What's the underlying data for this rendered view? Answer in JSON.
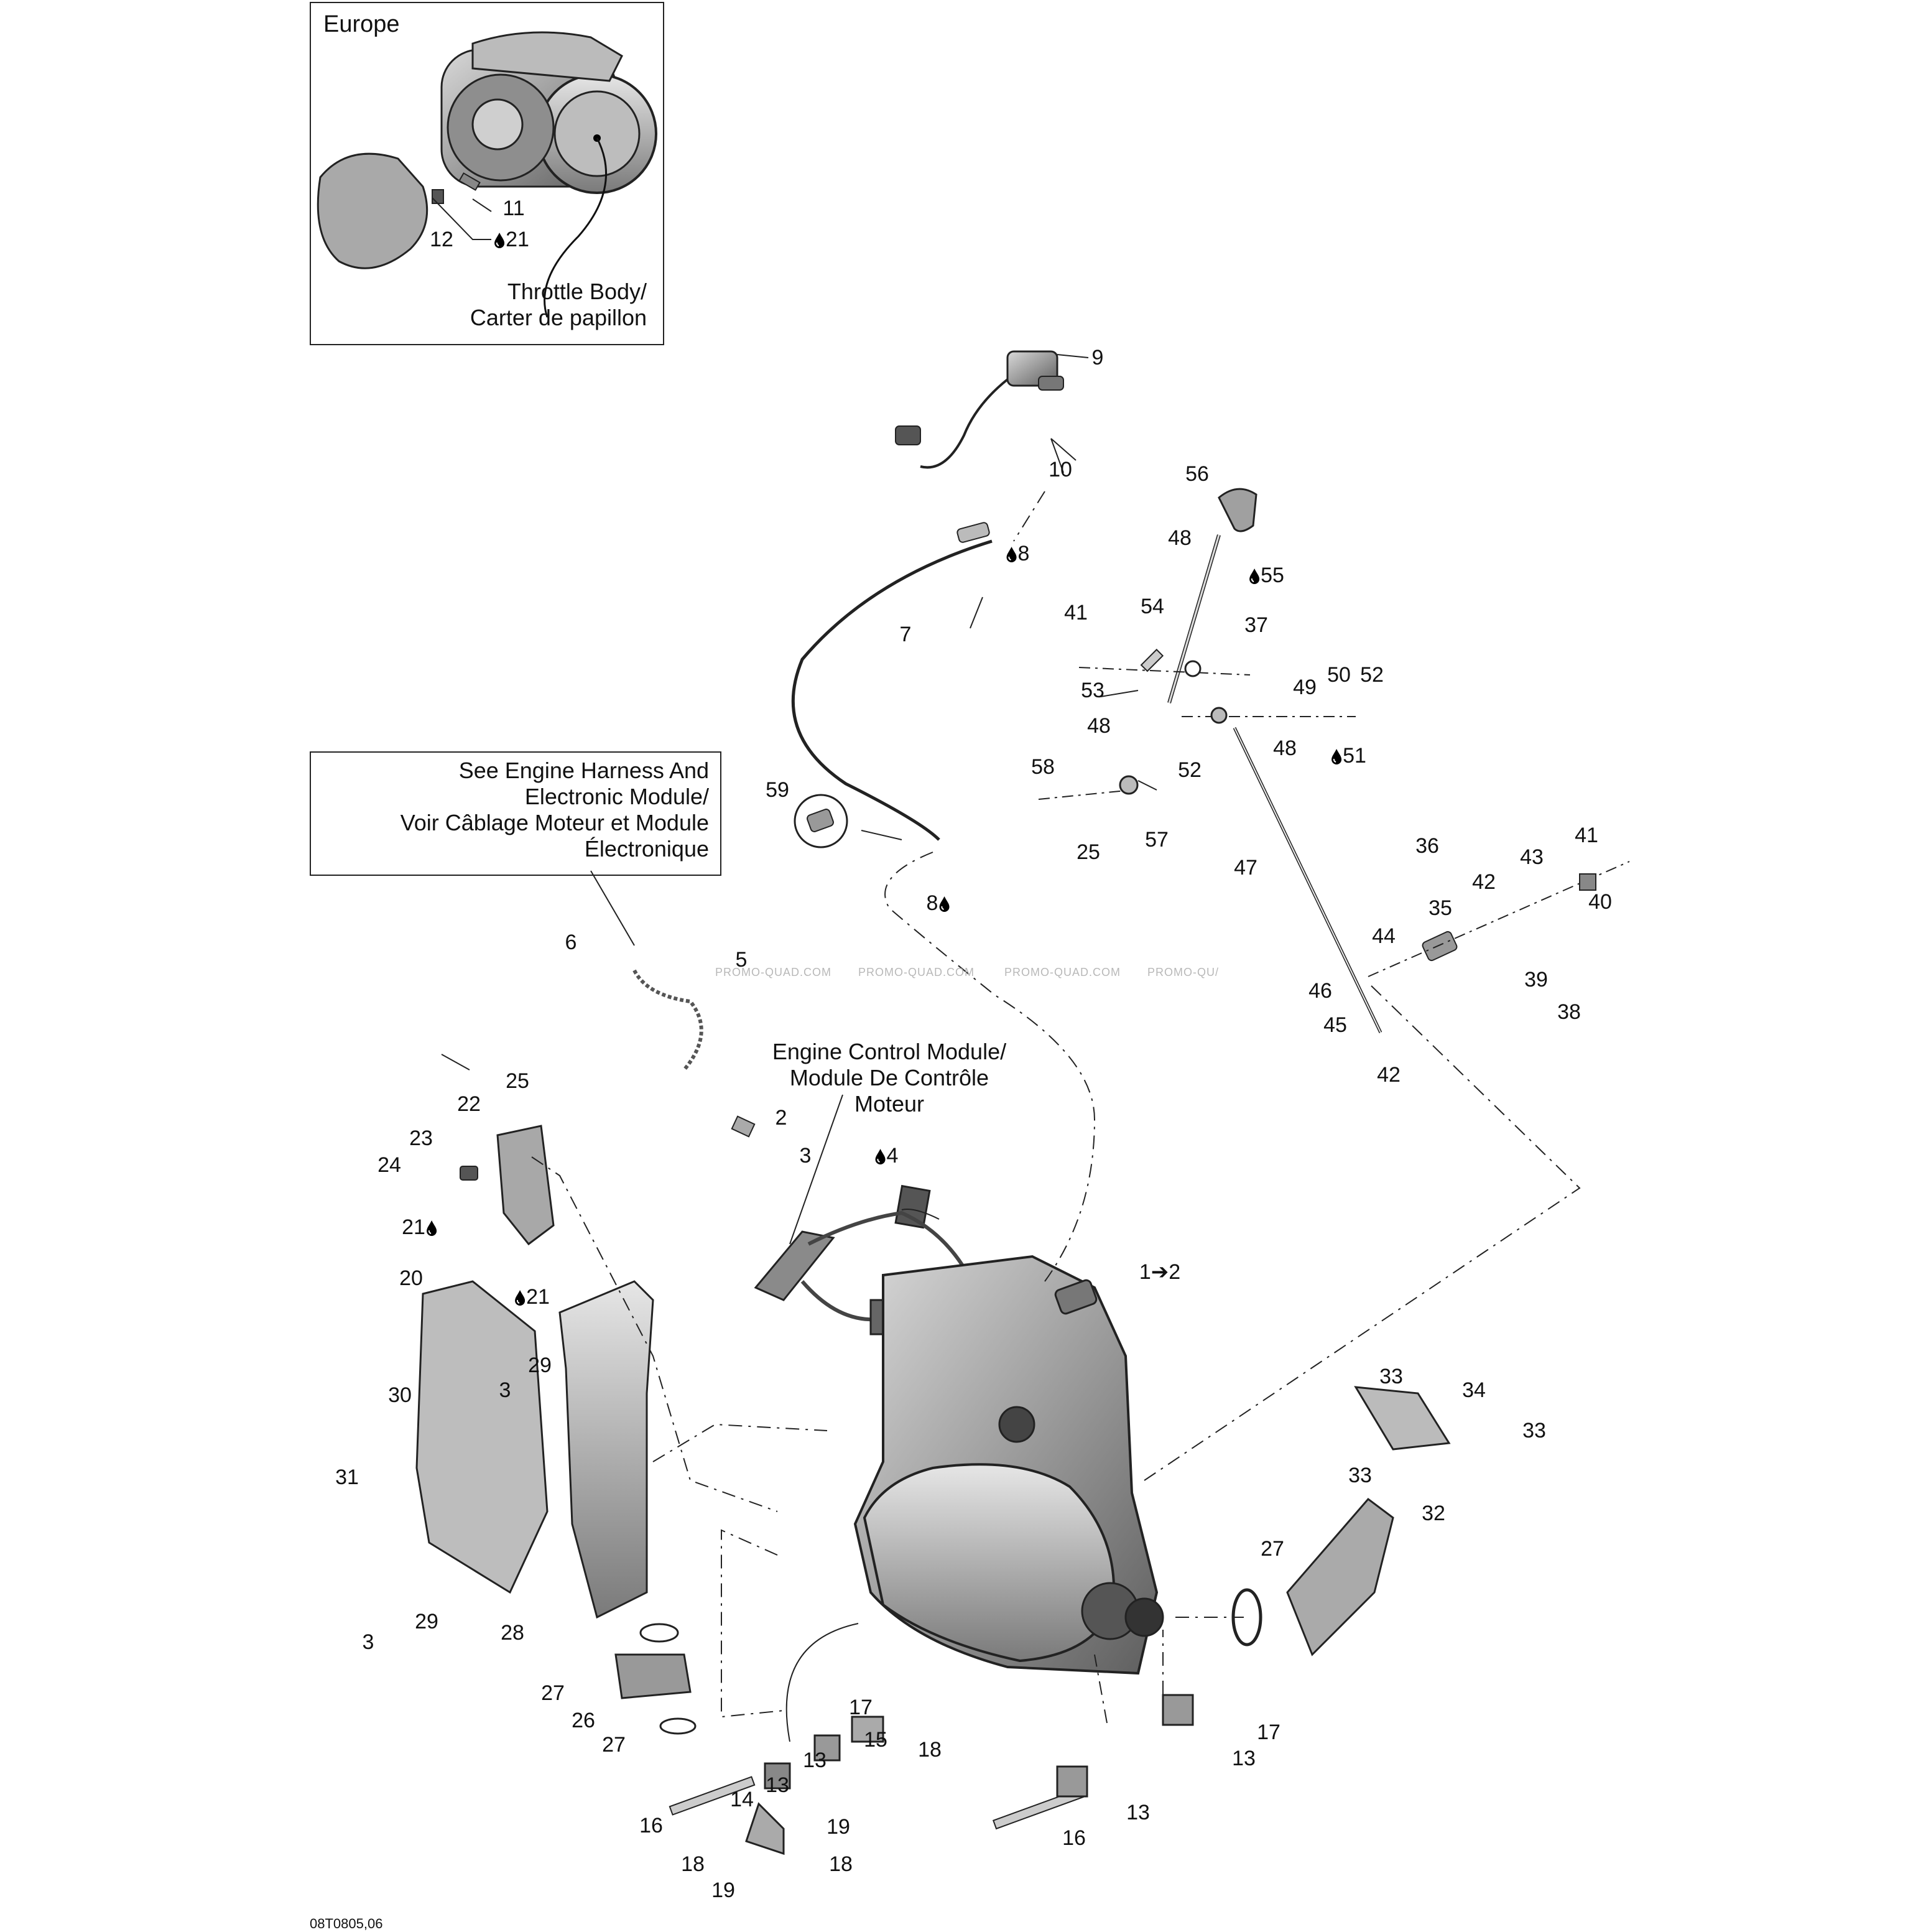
{
  "europe_box": {
    "region_label": "Europe",
    "throttle_label_1": "Throttle Body/",
    "throttle_label_2": "Carter de papillon"
  },
  "harness_box": {
    "lines": [
      "See Engine Harness And",
      "Electronic Module/",
      "Voir Câblage Moteur et Module",
      "Électronique"
    ]
  },
  "ecm_label": {
    "lines": [
      "Engine Control Module/",
      "Module De Contrôle",
      "Moteur"
    ]
  },
  "watermarks": [
    "PROMO-QUAD.COM",
    "PROMO-QUAD.COM",
    "PROMO-QUAD.COM",
    "PROMO-QU/"
  ],
  "callouts": [
    {
      "id": "c11",
      "text": "11"
    },
    {
      "id": "c12",
      "text": "12"
    },
    {
      "id": "c21a",
      "text": "21",
      "drop": "before"
    },
    {
      "id": "c9",
      "text": "9"
    },
    {
      "id": "c10",
      "text": "10"
    },
    {
      "id": "c8a",
      "text": "8",
      "drop": "before"
    },
    {
      "id": "c7",
      "text": "7"
    },
    {
      "id": "c56",
      "text": "56"
    },
    {
      "id": "c48a",
      "text": "48"
    },
    {
      "id": "c55",
      "text": "55",
      "drop": "before"
    },
    {
      "id": "c41a",
      "text": "41"
    },
    {
      "id": "c54",
      "text": "54"
    },
    {
      "id": "c37",
      "text": "37"
    },
    {
      "id": "c53",
      "text": "53"
    },
    {
      "id": "c49",
      "text": "49"
    },
    {
      "id": "c50",
      "text": "50"
    },
    {
      "id": "c52a",
      "text": "52"
    },
    {
      "id": "c48b",
      "text": "48"
    },
    {
      "id": "c48c",
      "text": "48"
    },
    {
      "id": "c51",
      "text": "51",
      "drop": "before"
    },
    {
      "id": "c52b",
      "text": "52"
    },
    {
      "id": "c58",
      "text": "58"
    },
    {
      "id": "c59",
      "text": "59"
    },
    {
      "id": "c25a",
      "text": "25"
    },
    {
      "id": "c57",
      "text": "57"
    },
    {
      "id": "c47",
      "text": "47"
    },
    {
      "id": "c36",
      "text": "36"
    },
    {
      "id": "c43",
      "text": "43"
    },
    {
      "id": "c41b",
      "text": "41"
    },
    {
      "id": "c42a",
      "text": "42"
    },
    {
      "id": "c35",
      "text": "35"
    },
    {
      "id": "c40",
      "text": "40"
    },
    {
      "id": "c8b",
      "text": "8",
      "drop": "after"
    },
    {
      "id": "c44",
      "text": "44"
    },
    {
      "id": "c39",
      "text": "39"
    },
    {
      "id": "c6",
      "text": "6"
    },
    {
      "id": "c5",
      "text": "5"
    },
    {
      "id": "c46",
      "text": "46"
    },
    {
      "id": "c45",
      "text": "45"
    },
    {
      "id": "c38",
      "text": "38"
    },
    {
      "id": "c42b",
      "text": "42"
    },
    {
      "id": "c25b",
      "text": "25"
    },
    {
      "id": "c22",
      "text": "22"
    },
    {
      "id": "c2",
      "text": "2"
    },
    {
      "id": "c23",
      "text": "23"
    },
    {
      "id": "c24",
      "text": "24"
    },
    {
      "id": "c3a",
      "text": "3"
    },
    {
      "id": "c4",
      "text": "4",
      "drop": "before"
    },
    {
      "id": "c21b",
      "text": "21",
      "drop": "after"
    },
    {
      "id": "c20",
      "text": "20"
    },
    {
      "id": "c21c",
      "text": "21",
      "drop": "before"
    },
    {
      "id": "c1",
      "text": "1➔2"
    },
    {
      "id": "c29a",
      "text": "29"
    },
    {
      "id": "c30",
      "text": "30"
    },
    {
      "id": "c3b",
      "text": "3"
    },
    {
      "id": "c33a",
      "text": "33"
    },
    {
      "id": "c34",
      "text": "34"
    },
    {
      "id": "c33b",
      "text": "33"
    },
    {
      "id": "c33c",
      "text": "33"
    },
    {
      "id": "c31",
      "text": "31"
    },
    {
      "id": "c32",
      "text": "32"
    },
    {
      "id": "c27a",
      "text": "27"
    },
    {
      "id": "c28",
      "text": "28"
    },
    {
      "id": "c29b",
      "text": "29"
    },
    {
      "id": "c3c",
      "text": "3"
    },
    {
      "id": "c27b",
      "text": "27"
    },
    {
      "id": "c26",
      "text": "26"
    },
    {
      "id": "c27c",
      "text": "27"
    },
    {
      "id": "c17a",
      "text": "17"
    },
    {
      "id": "c17b",
      "text": "17"
    },
    {
      "id": "c15",
      "text": "15"
    },
    {
      "id": "c18a",
      "text": "18"
    },
    {
      "id": "c13a",
      "text": "13"
    },
    {
      "id": "c13b",
      "text": "13"
    },
    {
      "id": "c13c",
      "text": "13"
    },
    {
      "id": "c14",
      "text": "14"
    },
    {
      "id": "c19a",
      "text": "19"
    },
    {
      "id": "c13d",
      "text": "13"
    },
    {
      "id": "c16a",
      "text": "16"
    },
    {
      "id": "c16b",
      "text": "16"
    },
    {
      "id": "c18b",
      "text": "18"
    },
    {
      "id": "c18c",
      "text": "18"
    },
    {
      "id": "c19b",
      "text": "19"
    }
  ],
  "footer_code": "08T0805,06"
}
